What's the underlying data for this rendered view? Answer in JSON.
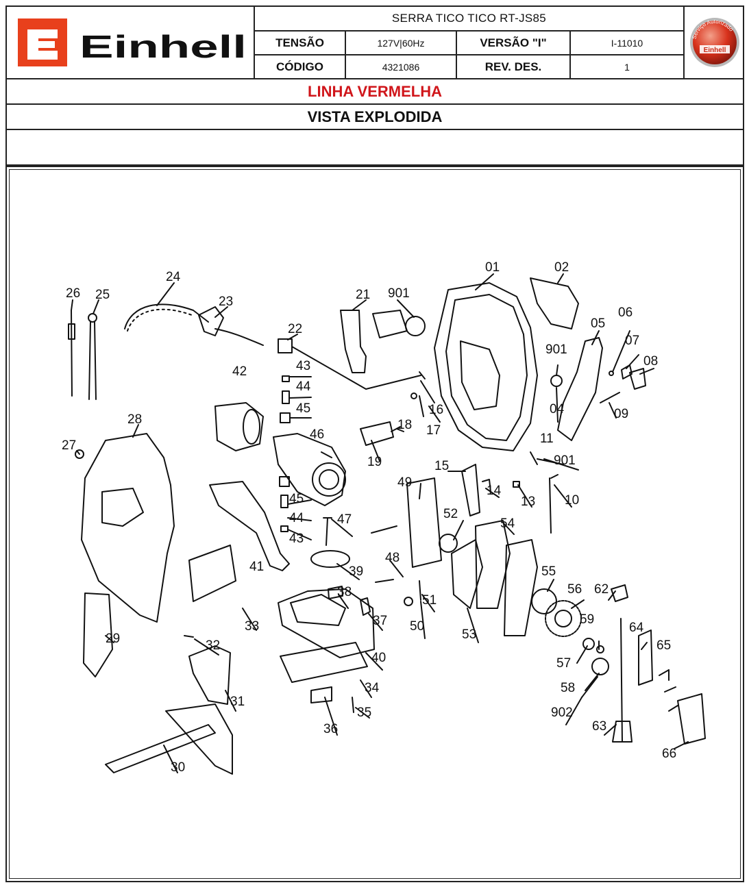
{
  "header": {
    "brand": "Einhell",
    "product_title": "SERRA TICO TICO RT-JS85",
    "tensao_label": "TENSÃO",
    "tensao_value": "127V|60Hz",
    "versao_label": "VERSÃO \"I\"",
    "versao_value": "I-11010",
    "codigo_label": "CÓDIGO",
    "codigo_value": "4321086",
    "rev_label": "REV. DES.",
    "rev_value": "1",
    "seal_text": "Serviço Autorizado"
  },
  "bands": {
    "line": "LINHA VERMELHA",
    "view": "VISTA EXPLODIDA",
    "blank": ""
  },
  "colors": {
    "brand_red": "#e8401c",
    "line_red": "#d0161b",
    "ink": "#111111"
  },
  "parts": [
    "01",
    "02",
    "04",
    "05",
    "06",
    "07",
    "08",
    "09",
    "10",
    "11",
    "13",
    "14",
    "15",
    "16",
    "17",
    "18",
    "19",
    "21",
    "22",
    "23",
    "24",
    "25",
    "26",
    "27",
    "28",
    "29",
    "30",
    "31",
    "32",
    "33",
    "34",
    "35",
    "36",
    "37",
    "38",
    "39",
    "40",
    "41",
    "42",
    "43",
    "44",
    "45",
    "46",
    "47",
    "48",
    "49",
    "50",
    "51",
    "52",
    "53",
    "54",
    "55",
    "56",
    "57",
    "58",
    "59",
    "62",
    "63",
    "64",
    "65",
    "66",
    "901",
    "902"
  ]
}
